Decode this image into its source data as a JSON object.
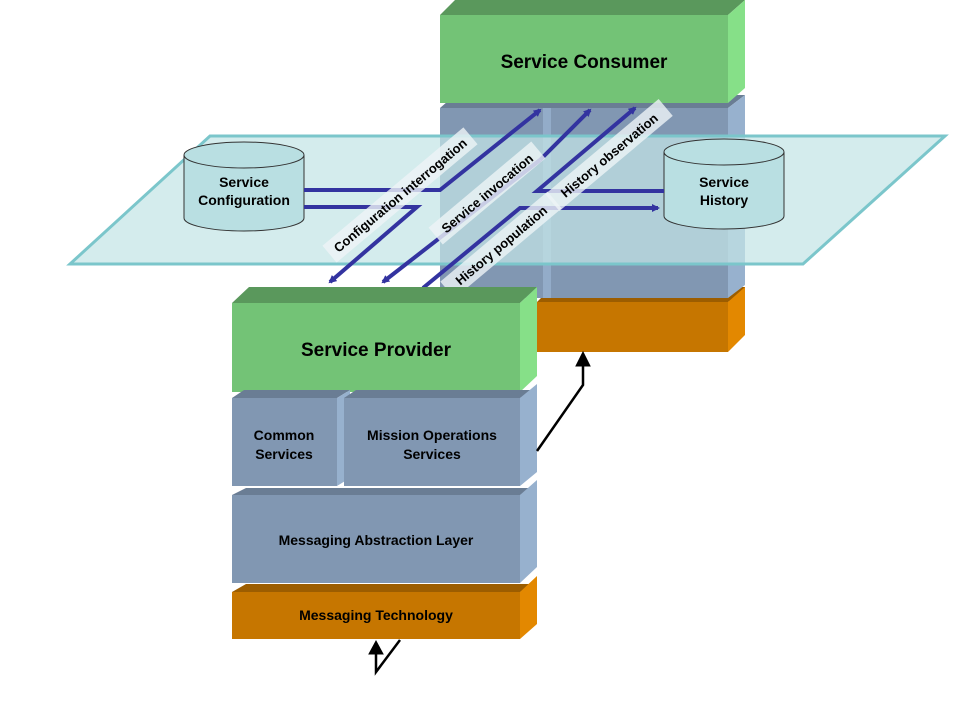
{
  "consumer_stack": {
    "title": "Service Consumer"
  },
  "provider_stack": {
    "title": "Service Provider",
    "common_services": [
      "Common",
      "Services"
    ],
    "mission_operations_services": [
      "Mission Operations",
      "Services"
    ],
    "messaging_abstraction_layer": "Messaging Abstraction Layer",
    "messaging_technology": "Messaging Technology"
  },
  "databases": {
    "service_configuration": [
      "Service",
      "Configuration"
    ],
    "service_history": [
      "Service",
      "History"
    ]
  },
  "flows": {
    "configuration_interrogation": "Configuration interrogation",
    "service_invocation": "Service invocation",
    "history_observation": "History observation",
    "history_population": "History population"
  },
  "colors": {
    "green_front": "#73C376",
    "green_top": "#5A985C",
    "green_side": "#86E088",
    "blue_front": "#8197B2",
    "blue_top": "#6A7D94",
    "blue_side": "#97B1CE",
    "orange_front": "#C67600",
    "orange_top": "#9C5D00",
    "orange_side": "#E38800",
    "plane_fill": "#C4E4E6",
    "plane_stroke": "#7BC6CB",
    "db_fill": "#B9DFE2",
    "arrow": "#3333A0"
  }
}
